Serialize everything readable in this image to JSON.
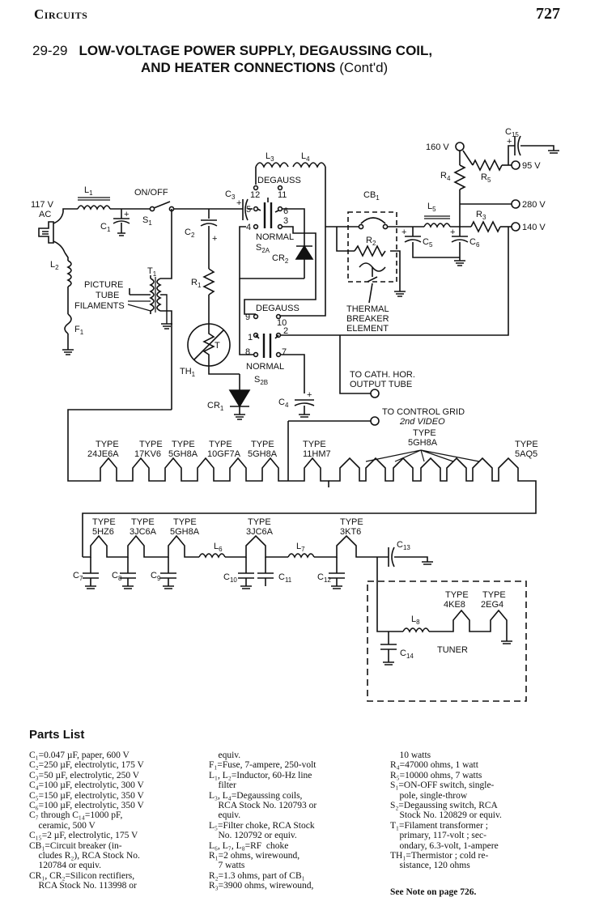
{
  "header": {
    "left": "Circuits",
    "right": "727"
  },
  "title": {
    "number": "29-29",
    "line1": "LOW-VOLTAGE POWER SUPPLY, DEGAUSSING COIL,",
    "line2": "AND HEATER CONNECTIONS",
    "suffix": "(Cont'd)"
  },
  "labels": {
    "ac": "117 V",
    "ac2": "AC",
    "L1": "L",
    "L1s": "1",
    "on_off": "ON/OFF",
    "S1": "S",
    "S1s": "1",
    "C1": "C",
    "C1s": "1",
    "L2": "L",
    "L2s": "2",
    "F1": "F",
    "F1s": "1",
    "pic1": "PICTURE",
    "pic2": "TUBE",
    "pic3": "FILAMENTS",
    "T1": "T",
    "T1s": "1",
    "C2": "C",
    "C2s": "2",
    "R1": "R",
    "R1s": "1",
    "TH1": "TH",
    "TH1s": "1",
    "CR1": "CR",
    "CR1s": "1",
    "C3": "C",
    "C3s": "3",
    "L3": "L",
    "L3s": "3",
    "L4": "L",
    "L4s": "4",
    "degauss1": "DEGAUSS",
    "normal1": "NORMAL",
    "S2A": "S",
    "S2As": "2A",
    "CR2": "CR",
    "CR2s": "2",
    "degauss2": "DEGAUSS",
    "normal2": "NORMAL",
    "S2B": "S",
    "S2Bs": "2B",
    "C4": "C",
    "C4s": "4",
    "CB1": "CB",
    "CB1s": "1",
    "R2": "R",
    "R2s": "2",
    "therm1": "THERMAL",
    "therm2": "BREAKER",
    "therm3": "ELEMENT",
    "L5": "L",
    "L5s": "5",
    "C5": "C",
    "C5s": "5",
    "C6": "C",
    "C6s": "6",
    "R3": "R",
    "R3s": "3",
    "R4": "R",
    "R4s": "4",
    "R5": "R",
    "R5s": "5",
    "C15": "C",
    "C15s": "15",
    "v160": "160 V",
    "v95": "95 V",
    "v280": "280 V",
    "v140": "140 V",
    "cath1": "TO CATH. HOR.",
    "cath2": "OUTPUT TUBE",
    "grid1": "TO CONTROL GRID",
    "grid2": "2nd VIDEO",
    "type": "TYPE",
    "t1": "24JE6A",
    "t2": "17KV6",
    "t3": "5GH8A",
    "t4": "10GF7A",
    "t5": "5GH8A",
    "t6": "11HM7",
    "t7": "5GH8A",
    "t8": "5AQ5",
    "t9": "5HZ6",
    "t10": "3JC6A",
    "t11": "5GH8A",
    "t12": "3JC6A",
    "t13": "3KT6",
    "t14": "4KE8",
    "t15": "2EG4",
    "L6": "L",
    "L6s": "6",
    "L7": "L",
    "L7s": "7",
    "L8": "L",
    "L8s": "8",
    "C7": "C",
    "C7s": "7",
    "C8": "C",
    "C8s": "8",
    "C9": "C",
    "C9s": "9",
    "C10": "C",
    "C10s": "10",
    "C11": "C",
    "C11s": "11",
    "C12": "C",
    "C12s": "12",
    "C13": "C",
    "C13s": "13",
    "C14": "C",
    "C14s": "14",
    "tuner": "TUNER",
    "p3": "3",
    "p4": "4",
    "p5": "5",
    "p6": "6",
    "p9": "9",
    "p10": "10",
    "p11": "11",
    "p12": "12",
    "p1": "1",
    "p2": "2",
    "p7": "7",
    "p8": "8",
    "plus": "+",
    "T": "T"
  },
  "parts_list": {
    "title": "Parts List",
    "col1": [
      "C₁=0.047 µF, paper, 600 V",
      "C₂=250 µF, electrolytic, 175 V",
      "C₃=50 µF, electrolytic, 250 V",
      "C₄=100 µF, electrolytic, 300 V",
      "C₅=150 µF, electrolytic, 350 V",
      "C₆=100 µF, electrolytic, 350 V",
      "C₇ through C₁₄=1000 pF,",
      "    ceramic, 500 V",
      "C₁₅=2 µF, electrolytic, 175 V",
      "CB₁=Circuit breaker (in-",
      "    cludes R₂), RCA Stock No.",
      "    120784 or equiv.",
      "CR₁, CR₂=Silicon rectifiers,",
      "    RCA Stock No. 113998 or"
    ],
    "col2": [
      "    equiv.",
      "F₁=Fuse, 7-ampere, 250-volt",
      "L₁, L₂=Inductor, 60-Hz line",
      "    filter",
      "L₃, L₄=Degaussing coils,",
      "    RCA Stock No. 120793 or",
      "    equiv.",
      "L₅=Filter choke, RCA Stock",
      "    No. 120792 or equiv.",
      "L₆, L₇, L₈=RF  choke",
      "R₁=2 ohms, wirewound,",
      "    7 watts",
      "R₂=1.3 ohms, part of CB₁",
      "R₃=3900 ohms, wirewound,"
    ],
    "col3": [
      "    10 watts",
      "R₄=47000 ohms, 1 watt",
      "R₅=10000 ohms, 7 watts",
      "S₁=ON-OFF switch, single-",
      "    pole, single-throw",
      "S₂=Degaussing switch, RCA",
      "    Stock No. 120829 or equiv.",
      "T₁=Filament transformer ;",
      "    primary, 117-volt ; sec-",
      "    ondary, 6.3-volt, 1-ampere",
      "TH₁=Thermistor ; cold re-",
      "    sistance, 120 ohms"
    ],
    "note": "See Note on page 726."
  },
  "colors": {
    "ink": "#111111",
    "paper": "#ffffff"
  }
}
